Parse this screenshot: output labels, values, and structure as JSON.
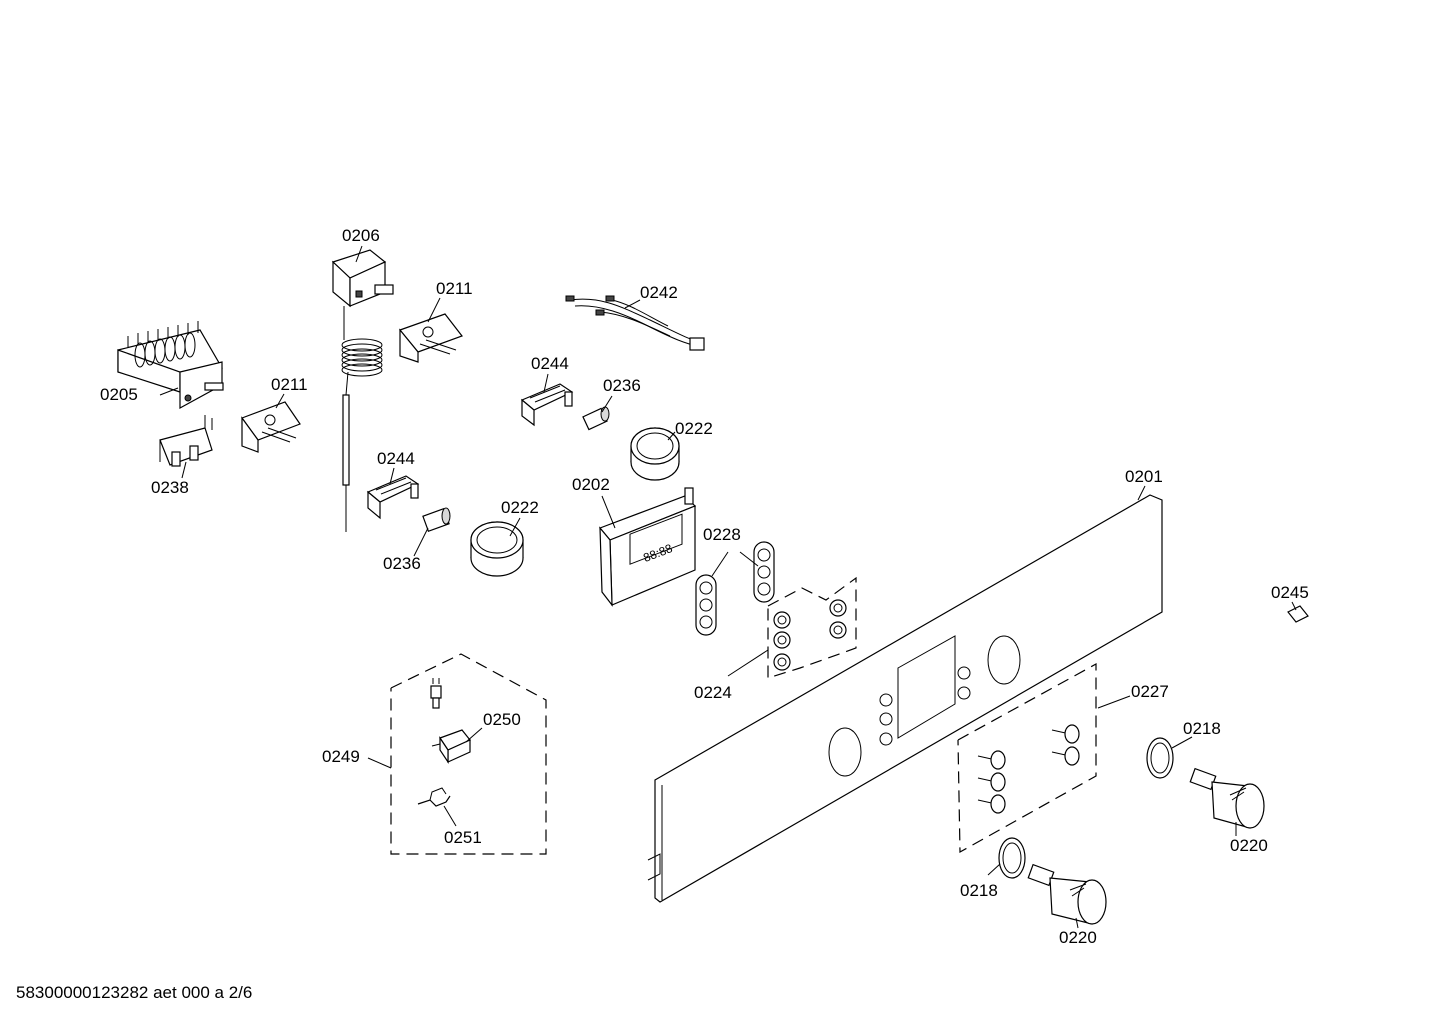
{
  "footer": {
    "drawing_number": "58300000123282 aet 000 a 2/6"
  },
  "labels": {
    "p0206": "0206",
    "p0211a": "0211",
    "p0211b": "0211",
    "p0205": "0205",
    "p0238": "0238",
    "p0242": "0242",
    "p0244a": "0244",
    "p0244b": "0244",
    "p0236a": "0236",
    "p0236b": "0236",
    "p0222a": "0222",
    "p0222b": "0222",
    "p0202": "0202",
    "p0228": "0228",
    "p0224": "0224",
    "p0201": "0201",
    "p0245": "0245",
    "p0227": "0227",
    "p0218a": "0218",
    "p0218b": "0218",
    "p0220a": "0220",
    "p0220b": "0220",
    "p0249": "0249",
    "p0250": "0250",
    "p0251": "0251"
  }
}
